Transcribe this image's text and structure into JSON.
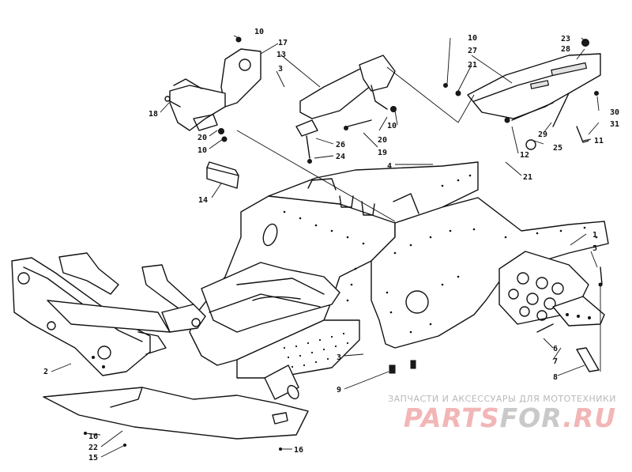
{
  "diagram": {
    "part_labels": [
      {
        "id": "p10a",
        "text": "10"
      },
      {
        "id": "p17",
        "text": "17"
      },
      {
        "id": "p13",
        "text": "13"
      },
      {
        "id": "p3a",
        "text": "3"
      },
      {
        "id": "p18",
        "text": "18"
      },
      {
        "id": "p20a",
        "text": "20"
      },
      {
        "id": "p10b",
        "text": "10"
      },
      {
        "id": "p26",
        "text": "26"
      },
      {
        "id": "p24",
        "text": "24"
      },
      {
        "id": "p19",
        "text": "19"
      },
      {
        "id": "p20b",
        "text": "20"
      },
      {
        "id": "p10c",
        "text": "10"
      },
      {
        "id": "p14",
        "text": "14"
      },
      {
        "id": "p4",
        "text": "4"
      },
      {
        "id": "p10d",
        "text": "10"
      },
      {
        "id": "p27",
        "text": "27"
      },
      {
        "id": "p21a",
        "text": "21"
      },
      {
        "id": "p23",
        "text": "23"
      },
      {
        "id": "p28",
        "text": "28"
      },
      {
        "id": "p30",
        "text": "30"
      },
      {
        "id": "p31",
        "text": "31"
      },
      {
        "id": "p29",
        "text": "29"
      },
      {
        "id": "p25",
        "text": "25"
      },
      {
        "id": "p11",
        "text": "11"
      },
      {
        "id": "p12",
        "text": "12"
      },
      {
        "id": "p21b",
        "text": "21"
      },
      {
        "id": "p1",
        "text": "1"
      },
      {
        "id": "p5",
        "text": "5"
      },
      {
        "id": "p6",
        "text": "6"
      },
      {
        "id": "p7",
        "text": "7"
      },
      {
        "id": "p8",
        "text": "8"
      },
      {
        "id": "p2",
        "text": "2"
      },
      {
        "id": "p3b",
        "text": "3"
      },
      {
        "id": "p9",
        "text": "9"
      },
      {
        "id": "p16a",
        "text": "16"
      },
      {
        "id": "p22",
        "text": "22"
      },
      {
        "id": "p15",
        "text": "15"
      },
      {
        "id": "p16b",
        "text": "16"
      }
    ]
  },
  "watermark": {
    "subtitle": "ЗАПЧАСТИ И АКСЕССУАРЫ ДЛЯ МОТОТЕХНИКИ",
    "logo_part1": "PARTS",
    "logo_part2": "FOR",
    "logo_part3": ".RU"
  }
}
